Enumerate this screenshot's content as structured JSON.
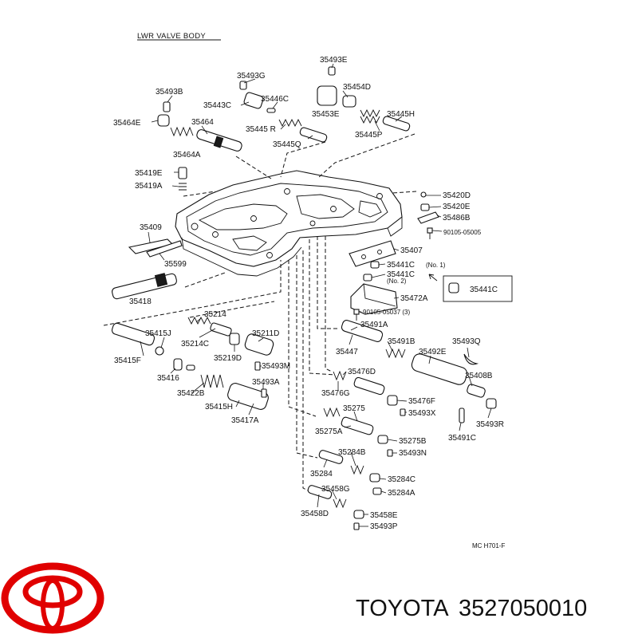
{
  "diagram": {
    "title": "LWR VALVE BODY",
    "code": "MC  H701-F",
    "labels": {
      "l35493E": "35493E",
      "l35493G": "35493G",
      "l35454D": "35454D",
      "l35493B": "35493B",
      "l35443C": "35443C",
      "l35446C": "35446C",
      "l35453E": "35453E",
      "l35445H": "35445H",
      "l35464E": "35464E",
      "l35464": "35464",
      "l35445R": "35445 R",
      "l35445P": "35445P",
      "l35445Q": "35445Q",
      "l35464A": "35464A",
      "l35419E": "35419E",
      "l35419A": "35419A",
      "l35420D": "35420D",
      "l35420E": "35420E",
      "l35486B": "35486B",
      "l90105_05005": "90105-05005",
      "l35409": "35409",
      "l35407": "35407",
      "l35599": "35599",
      "l35441C_1": "35441C",
      "l35441C_1_note": "(No. 1)",
      "l35441C_2": "35441C",
      "l35441C_2_note": "(No. 2)",
      "l35441C_box": "35441C",
      "l35418": "35418",
      "l35472A": "35472A",
      "l90105_05037": "90105-05037 (3)",
      "l35214": "35214",
      "l35491A": "35491A",
      "l35415J": "35415J",
      "l35214C": "35214C",
      "l35211D": "35211D",
      "l35447": "35447",
      "l35491B": "35491B",
      "l35492E": "35492E",
      "l35493Q": "35493Q",
      "l35415F": "35415F",
      "l35219D": "35219D",
      "l35493M": "35493M",
      "l35476D": "35476D",
      "l35408B": "35408B",
      "l35416": "35416",
      "l35493A": "35493A",
      "l35422B": "35422B",
      "l35476G": "35476G",
      "l35476F": "35476F",
      "l35415H": "35415H",
      "l35493X": "35493X",
      "l35493R": "35493R",
      "l35417A": "35417A",
      "l35275": "35275",
      "l35491C": "35491C",
      "l35275A": "35275A",
      "l35275B": "35275B",
      "l35284B": "35284B",
      "l35493N": "35493N",
      "l35284": "35284",
      "l35284C": "35284C",
      "l35284A": "35284A",
      "l35458G": "35458G",
      "l35458D": "35458D",
      "l35458E": "35458E",
      "l35493P": "35493P"
    }
  },
  "footer": {
    "brand": "TOYOTA",
    "part_number": "3527050010",
    "logo_color": "#e00000"
  }
}
